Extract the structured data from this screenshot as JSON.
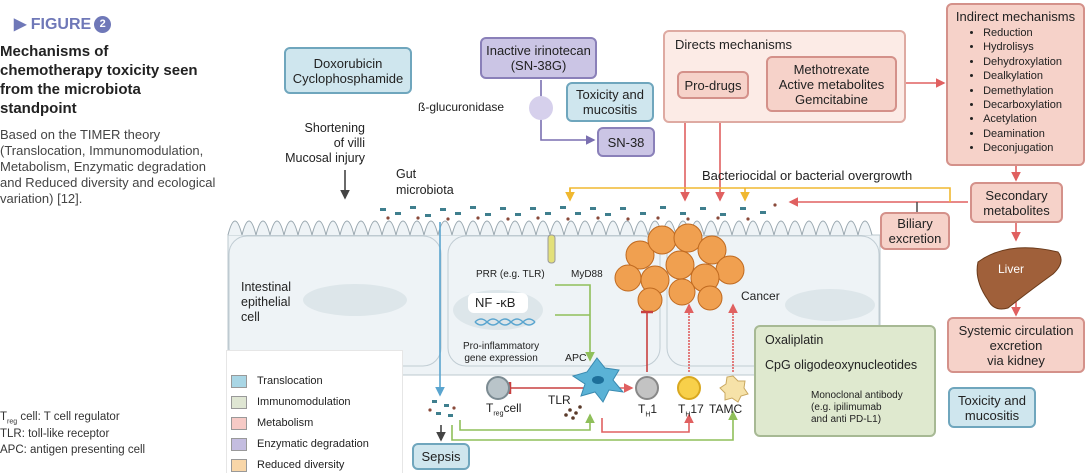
{
  "figure": {
    "label": "FIGURE",
    "number": "2",
    "title": "Mechanisms of chemotherapy toxicity seen from the microbiota standpoint",
    "description": "Based on the TIMER theory (Translocation, Immunomodulation, Metabolism, Enzymatic degradation and Reduced diversity and ecological variation) [12]."
  },
  "notes": [
    "cell: T cell regulator",
    "TLR: toll-like receptor",
    "APC: antigen presenting cell"
  ],
  "notes_treg": {
    "main": "T",
    "sub": "reg"
  },
  "legend": [
    {
      "label": "Translocation",
      "color": "#a9d6e5"
    },
    {
      "label": "Immunomodulation",
      "color": "#dfe6d3"
    },
    {
      "label": "Metabolism",
      "color": "#f6cac6"
    },
    {
      "label": "Enzymatic degradation",
      "color": "#c4bde0"
    },
    {
      "label": "Reduced diversity",
      "color": "#f8d6a8"
    }
  ],
  "doxo": {
    "line1": "Doxorubicin",
    "line2": "Cyclophosphamide"
  },
  "shortening": {
    "line1": "Shortening",
    "line2": "of villi",
    "line3": "Mucosal injury"
  },
  "irinotecan": {
    "line1": "Inactive irinotecan",
    "line2": "(SN-38G)"
  },
  "glucuronidase": "ß-glucuronidase",
  "toxicity_mid": {
    "line1": "Toxicity and",
    "line2": "mucositis"
  },
  "sn38": "SN-38",
  "direct": {
    "title": "Directs mechanisms",
    "prodrugs": "Pro-drugs",
    "line1": "Methotrexate",
    "line2": "Active metabolites",
    "line3": "Gemcitabine"
  },
  "indirect": {
    "title": "Indirect mechanisms",
    "items": [
      "Reduction",
      "Hydrolisys",
      "Dehydroxylation",
      "Dealkylation",
      "Demethylation",
      "Decarboxylation",
      "Acetylation",
      "Deamination",
      "Deconjugation"
    ]
  },
  "bacteriocidal": "Bacteriocidal or bacterial overgrowth",
  "gut": {
    "line1": "Gut",
    "line2": "microbiota"
  },
  "secondary": {
    "line1": "Secondary",
    "line2": "metabolites"
  },
  "biliary": {
    "line1": "Biliary",
    "line2": "excretion"
  },
  "liver": "Liver",
  "systemic": {
    "line1": "Systemic circulation",
    "line2": "excretion",
    "line3": "via kidney"
  },
  "toxicity_right": {
    "line1": "Toxicity and",
    "line2": "mucositis"
  },
  "epithelial": {
    "line1": "Intestinal",
    "line2": "epithelial",
    "line3": "cell"
  },
  "prr": "PRR (e.g. TLR)",
  "myd88": "MyD88",
  "nfkb": "NF -κB",
  "proinfl": {
    "line1": "Pro-inflammatory",
    "line2": "gene expression"
  },
  "cancer": "Cancer",
  "apc": "APC",
  "tlr": "TLR",
  "treg": {
    "main": "T",
    "sub": "reg",
    "suffix": "cell"
  },
  "th1": {
    "main": "T",
    "sub": "H",
    "suffix": "1"
  },
  "th17": {
    "main": "T",
    "sub": "H",
    "suffix": "17"
  },
  "tamc": "TAMC",
  "sepsis": "Sepsis",
  "green_box": {
    "line1": "Oxaliplatin",
    "line2": "CpG oligodeoxynucleotides",
    "mab1": "Monoclonal antibody",
    "mab2": "(e.g. ipilimumab",
    "mab3": "and anti PD-L1)"
  }
}
